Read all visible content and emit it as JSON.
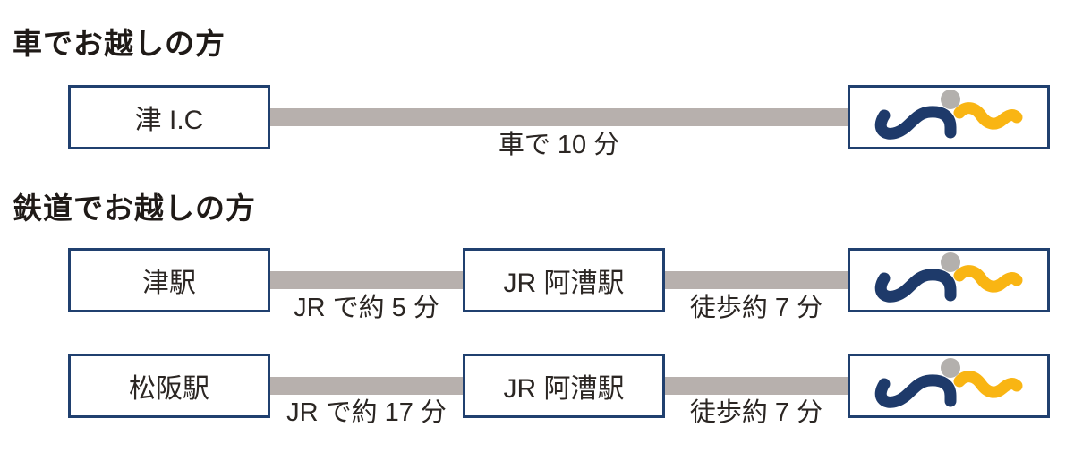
{
  "sections": {
    "car": {
      "heading": "車でお越しの方"
    },
    "train": {
      "heading": "鉄道でお越しの方"
    }
  },
  "routes": {
    "car": {
      "origin": "津 I.C",
      "leg1_label": "車で 10 分"
    },
    "train1": {
      "origin": "津駅",
      "leg1_label": "JR で約 5 分",
      "via": "JR 阿漕駅",
      "leg2_label": "徒歩約 7 分"
    },
    "train2": {
      "origin": "松阪駅",
      "leg1_label": "JR で約 17 分",
      "via": "JR 阿漕駅",
      "leg2_label": "徒歩約 7 分"
    }
  },
  "logo": {
    "meaning": "swimmer-facility-logo"
  },
  "colors": {
    "box-border": "#20406f",
    "bar": "#b7b0ad",
    "logo-navy": "#1e3a6a",
    "logo-yellow": "#f9b513",
    "logo-head": "#b3b0ad",
    "heading-text": "#1f1a17",
    "label-text": "#2b2623"
  }
}
